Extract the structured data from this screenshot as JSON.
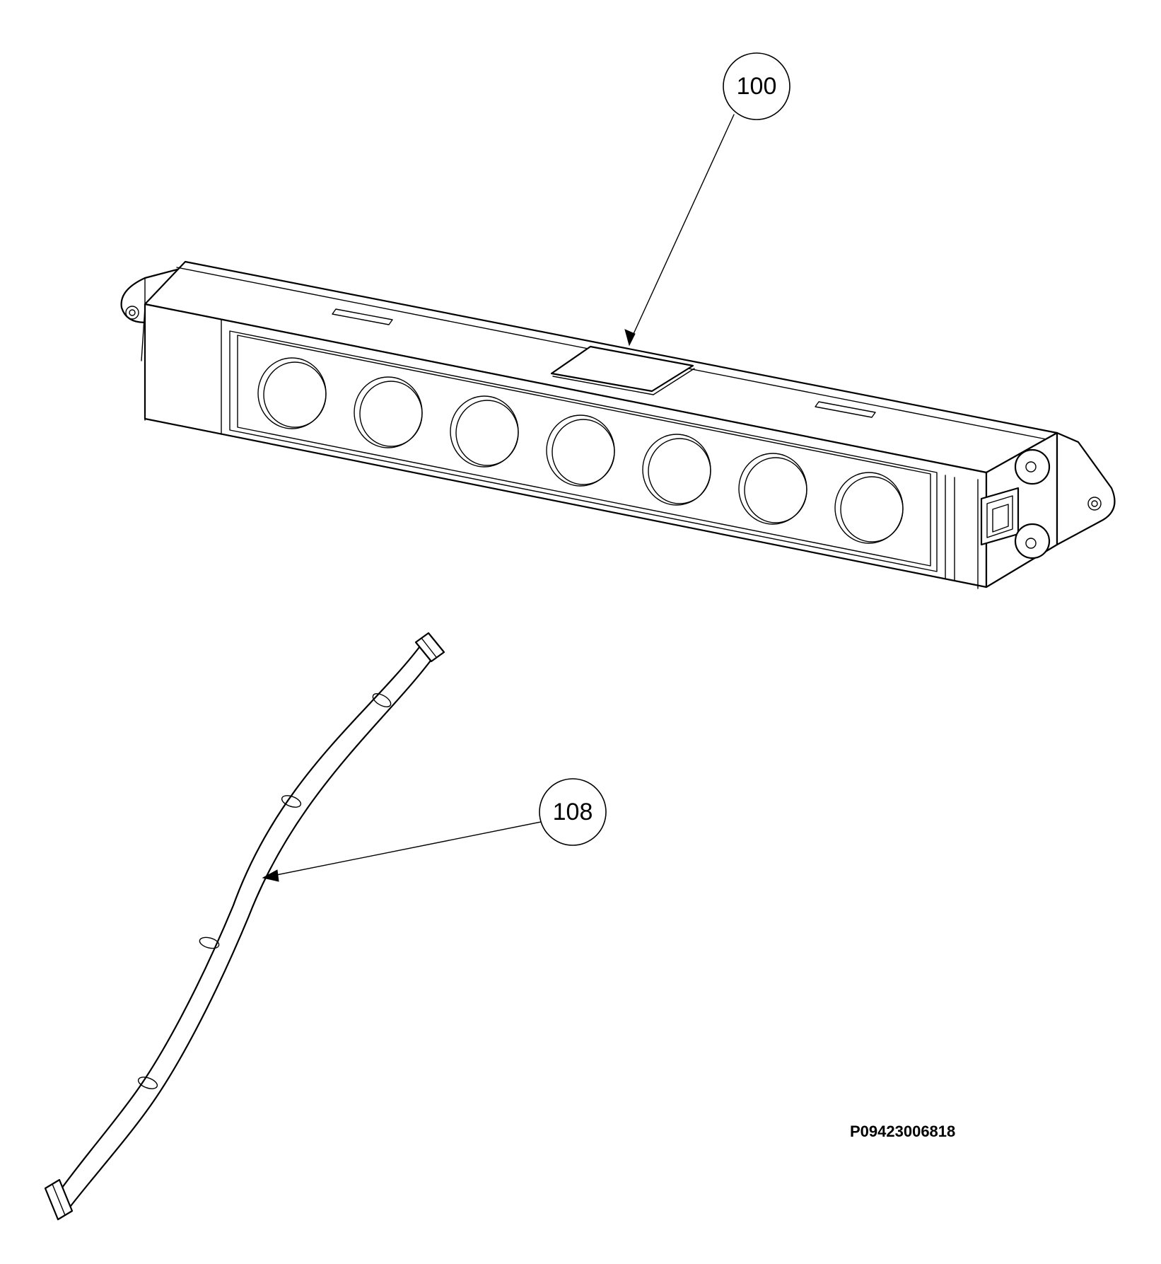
{
  "callouts": [
    {
      "id": "callout-100",
      "label": "100"
    },
    {
      "id": "callout-108",
      "label": "108"
    }
  ],
  "reference_code": "P09423006818",
  "parts": {
    "control_panel_button_count": 7
  }
}
